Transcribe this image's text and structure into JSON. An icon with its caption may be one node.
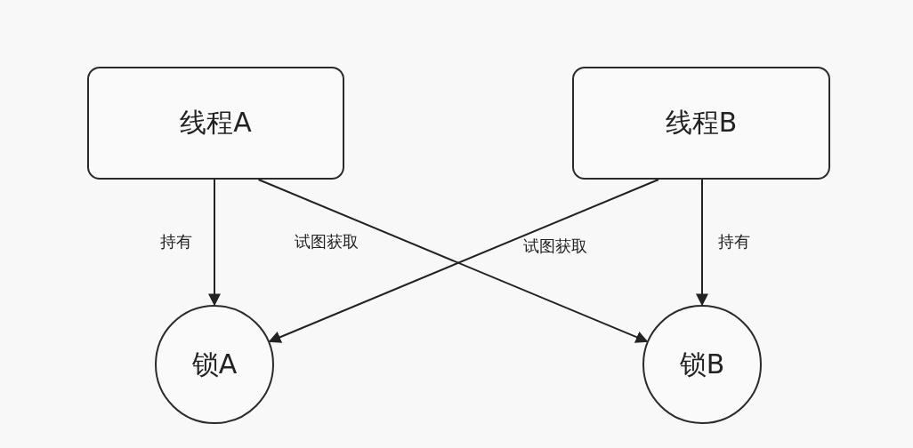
{
  "diagram": {
    "nodes": [
      {
        "text": [
          "线程A"
        ]
      },
      {
        "text": [
          "线程B"
        ]
      },
      {
        "text": [
          "锁A"
        ]
      },
      {
        "text": [
          "锁B"
        ]
      }
    ],
    "edges": [
      {
        "from": 0,
        "to": 2,
        "arrow": "to",
        "label": "持有"
      },
      {
        "from": 0,
        "to": 3,
        "arrow": "to",
        "label": "试图获取"
      },
      {
        "from": 1,
        "to": 2,
        "arrow": "to",
        "label": "试图获取"
      },
      {
        "from": 1,
        "to": 3,
        "arrow": "to",
        "label": "持有"
      }
    ]
  }
}
